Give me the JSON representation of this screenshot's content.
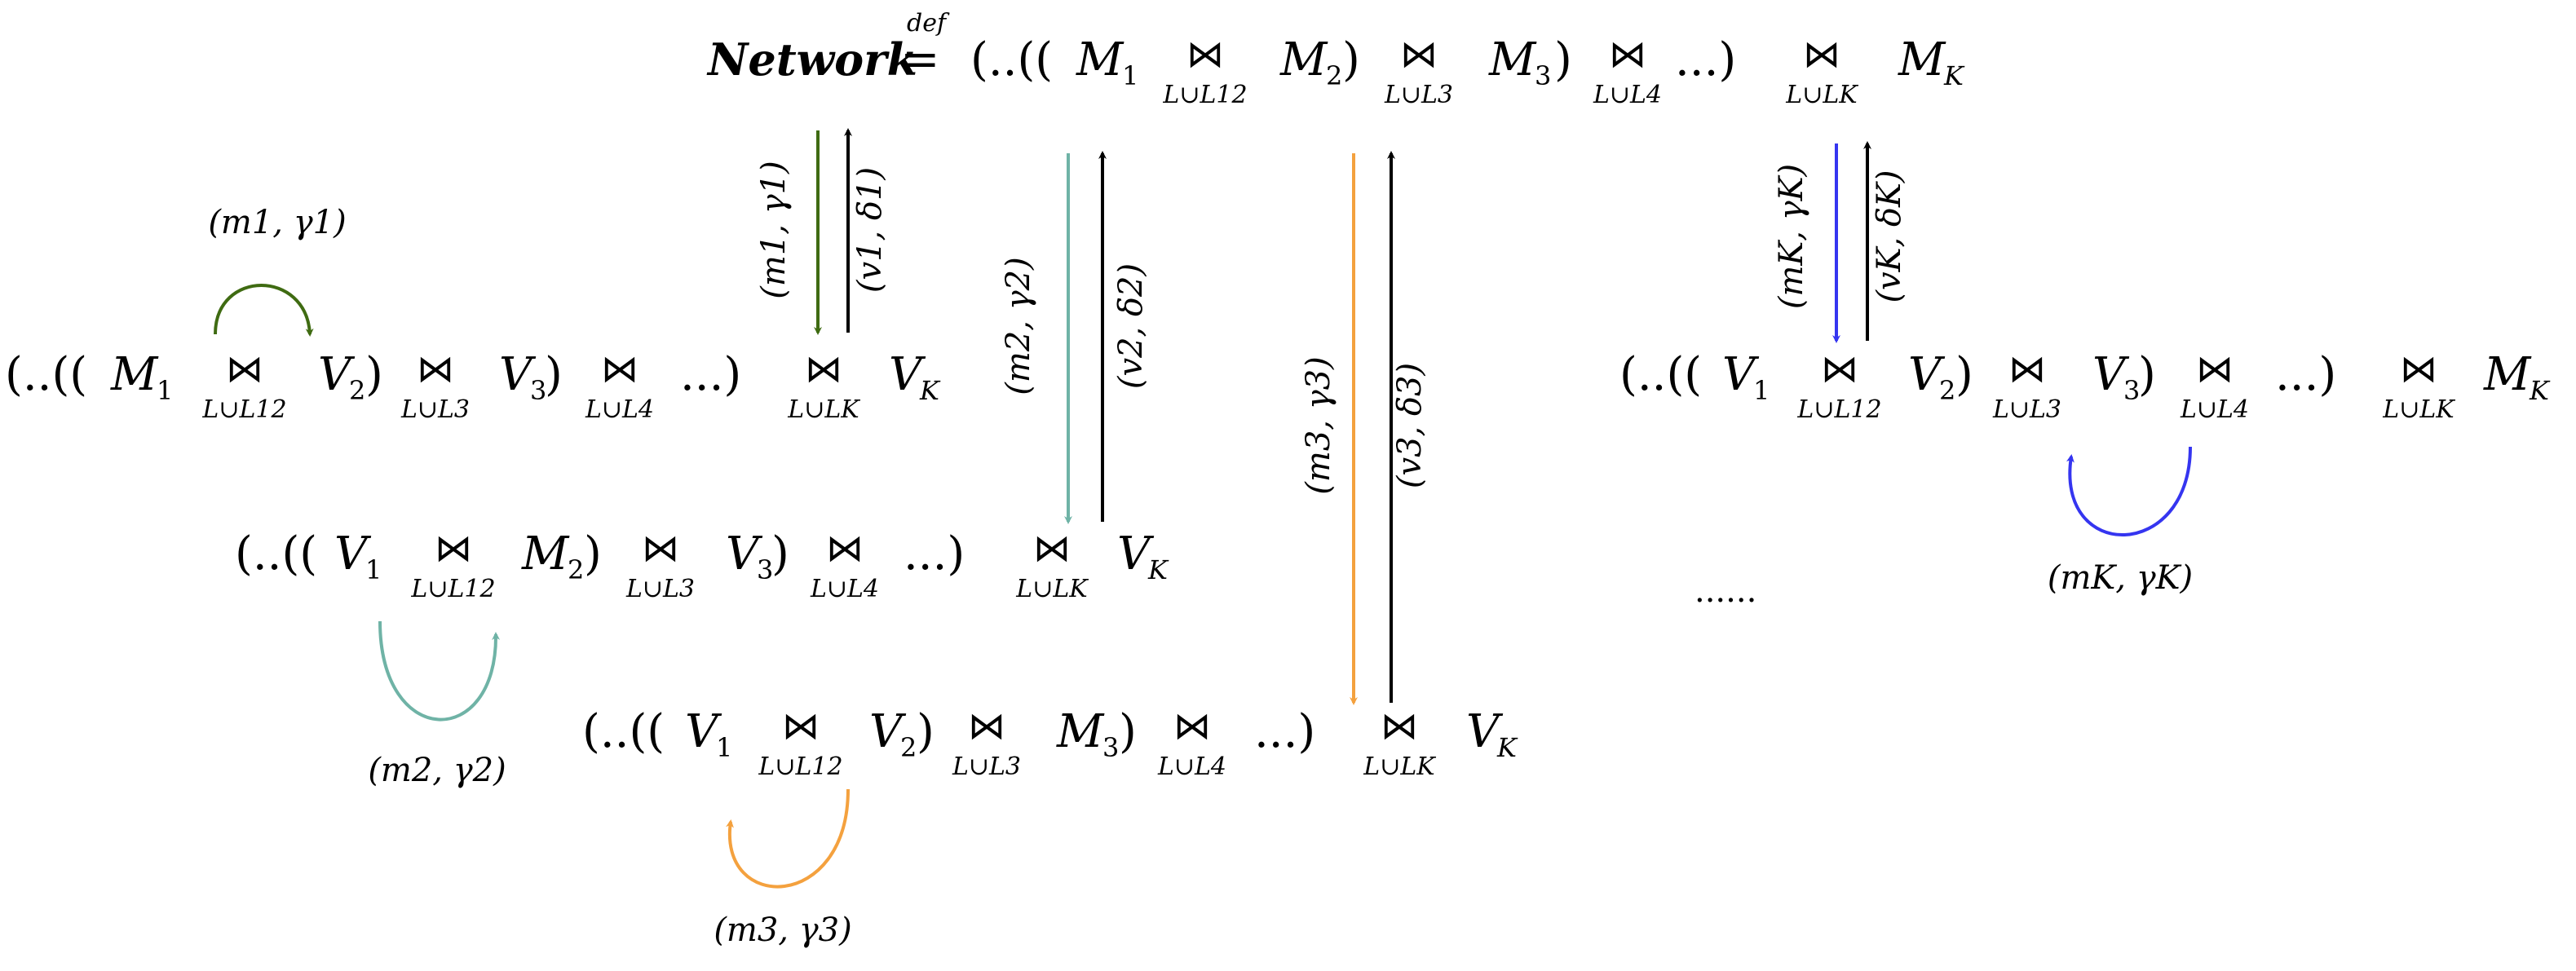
{
  "title_expression": {
    "lhs": "Network",
    "def_mark": "def",
    "eq": "=",
    "parts": [
      "(..((",
      "M",
      "1",
      ")",
      "M",
      "2",
      ")",
      "M",
      "3",
      ")",
      "...)",
      "M",
      "K"
    ]
  },
  "join_symbol": "⋈",
  "join_labels": {
    "l12": "L∪L12",
    "l3": "L∪L3",
    "l4": "L∪L4",
    "lk": "L∪LK"
  },
  "rows": [
    {
      "id": "row-1",
      "terms": [
        "(..((M1",
        "V2)",
        "V3)",
        "...)",
        "VK"
      ]
    },
    {
      "id": "row-2",
      "terms": [
        "(..((V1",
        "M2)",
        "V3)",
        "...)",
        "VK"
      ]
    },
    {
      "id": "row-3",
      "terms": [
        "(..((V1",
        "V2)",
        "M3)",
        "...)",
        "VK"
      ]
    },
    {
      "id": "row-k",
      "terms": [
        "(..((V1",
        "V2)",
        "V3)",
        "...)",
        "MK"
      ]
    }
  ],
  "ellipsis": "......",
  "transitions": [
    {
      "id": "t1",
      "down": "(m1, γ1)",
      "up": "(v1, δ1)",
      "loop": "(m1, γ1)",
      "color": "#3f6b12"
    },
    {
      "id": "t2",
      "down": "(m2, γ2)",
      "up": "(v2, δ2)",
      "loop": "(m2, γ2)",
      "color": "#6fb3a6"
    },
    {
      "id": "t3",
      "down": "(m3, γ3)",
      "up": "(v3, δ3)",
      "loop": "(m3, γ3)",
      "color": "#f4a13e"
    },
    {
      "id": "tK",
      "down": "(mK, γK)",
      "up": "(vK, δK)",
      "loop": "(mK, γK)",
      "color": "#3535f0"
    }
  ],
  "arrow_color": "#000000"
}
